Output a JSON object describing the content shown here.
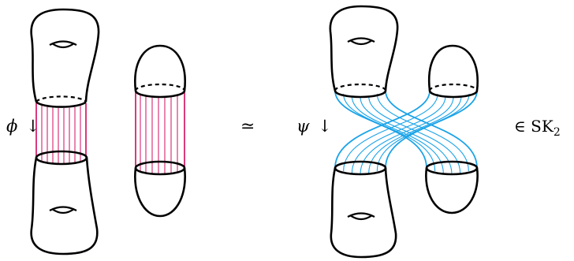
{
  "left": {
    "map_symbol": "ϕ",
    "arrow": "↓"
  },
  "relation": "≃",
  "right": {
    "map_symbol": "ψ",
    "arrow": "↓"
  },
  "membership": "∈ SK",
  "membership_subscript": "2",
  "colors": {
    "surface_stroke": "#000000",
    "left_fibers": "#d6246e",
    "right_fibers": "#1aa3e8"
  }
}
